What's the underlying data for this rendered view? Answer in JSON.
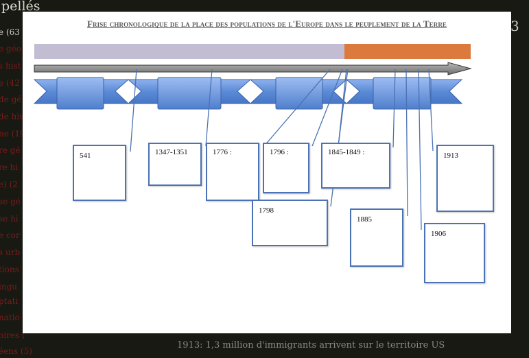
{
  "background": {
    "sidebar_header": "pellés",
    "sidebar_items": [
      {
        "text": "e (63",
        "color": "dim"
      },
      {
        "text": "e géo",
        "color": "red"
      },
      {
        "text": "s hist",
        "color": "red"
      },
      {
        "text": "e (42",
        "color": "red"
      },
      {
        "text": "de gé",
        "color": "red"
      },
      {
        "text": "de his",
        "color": "red"
      },
      {
        "text": "ne (19",
        "color": "red"
      },
      {
        "text": "re gé",
        "color": "red"
      },
      {
        "text": "re hi",
        "color": "red"
      },
      {
        "text": "e) (2",
        "color": "red"
      },
      {
        "text": "se gé",
        "color": "red"
      },
      {
        "text": "se hi",
        "color": "red"
      },
      {
        "text": "e cor",
        "color": "red"
      },
      {
        "text": "s urb",
        "color": "red"
      },
      {
        "text": "tions",
        "color": "red"
      },
      {
        "text": "ingu",
        "color": "red"
      },
      {
        "text": "ptati",
        "color": "red"
      },
      {
        "text": "natio",
        "color": "red"
      },
      {
        "text": "oires (",
        "color": "red"
      },
      {
        "text": "éens (5)",
        "color": "red"
      }
    ],
    "right_mark": "3",
    "bottom_text": "1913: 1,3 million d'immigrants arrivent sur le territoire US"
  },
  "lightbox": {
    "title": "Frise chronologique de la place des populations de l'Europe dans le peuplement de la Terre",
    "colors": {
      "bar_gray": "#c2bdd3",
      "bar_orange": "#dc7a3e",
      "arrow": "#8c8c8c",
      "ribbon": "#5b8ad6",
      "box_border": "#4a72b4",
      "connector": "#4a72b4"
    },
    "boxes": [
      {
        "id": "541",
        "label": "541"
      },
      {
        "id": "1347",
        "label": "1347-1351"
      },
      {
        "id": "1776",
        "label": "1776 :"
      },
      {
        "id": "1796",
        "label": "1796 :"
      },
      {
        "id": "1845",
        "label": "1845-1849 :"
      },
      {
        "id": "1913",
        "label": "1913"
      },
      {
        "id": "1798",
        "label": "1798"
      },
      {
        "id": "1885",
        "label": "1885"
      },
      {
        "id": "1906",
        "label": "1906"
      }
    ]
  }
}
